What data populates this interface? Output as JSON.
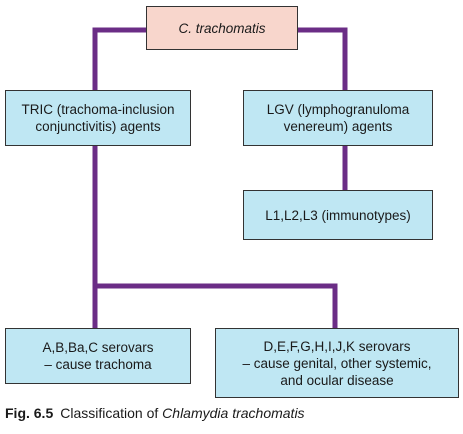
{
  "diagram": {
    "root": "C. trachomatis",
    "tric": "TRIC (trachoma-inclusion\nconjunctivitis) agents",
    "lgv": "LGV (lymphogranuloma\nvenereum) agents",
    "lgv_immunotypes": "L1,L2,L3 (immunotypes)",
    "abc_serovars": "A,B,Ba,C serovars\n– cause trachoma",
    "dk_serovars": "D,E,F,G,H,I,J,K serovars\n– cause genital, other systemic,\nand ocular disease"
  },
  "caption": {
    "figure_number": "Fig. 6.5",
    "text": "Classification of",
    "species": "Chlamydia trachomatis"
  },
  "colors": {
    "connector": "#6b2d86",
    "root_fill": "#f8d6cc",
    "node_fill": "#bfe7f3",
    "border": "#333333"
  }
}
